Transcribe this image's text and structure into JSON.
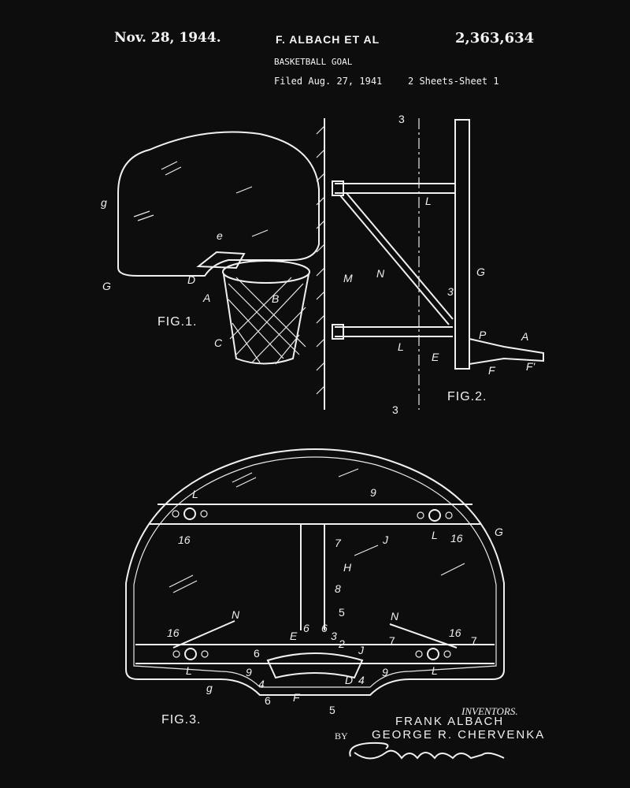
{
  "header": {
    "date": "Nov. 28, 1944.",
    "inventor_short": "F. ALBACH ET AL",
    "title": "BASKETBALL GOAL",
    "filed": "Filed Aug. 27, 1941",
    "patent_number": "2,363,634",
    "sheets": "2 Sheets-Sheet 1"
  },
  "figures": {
    "fig1": {
      "label": "FIG.1.",
      "refs": [
        "g",
        "e",
        "G",
        "D",
        "A",
        "B",
        "C"
      ]
    },
    "fig2": {
      "label": "FIG.2.",
      "refs": [
        "3",
        "3",
        "M",
        "N",
        "L",
        "L",
        "G",
        "3",
        "P",
        "A",
        "E",
        "F",
        "F'"
      ]
    },
    "fig3": {
      "label": "FIG.3.",
      "refs": [
        "9",
        "L",
        "16",
        "J",
        "L",
        "16",
        "G",
        "7",
        "H",
        "8",
        "5",
        "N",
        "N",
        "16",
        "16",
        "6",
        "6",
        "E",
        "3",
        "2",
        "J",
        "7",
        "7",
        "6",
        "9",
        "4",
        "D",
        "4",
        "F",
        "5",
        "L",
        "L",
        "9",
        "6"
      ]
    }
  },
  "footer": {
    "inventors_label": "INVENTORS.",
    "inventor1": "FRANK ALBACH",
    "inventor2": "GEORGE R. CHERVENKA",
    "by": "BY",
    "signature": "Ralph Harris"
  },
  "colors": {
    "background": "#0d0d0d",
    "ink": "#f0f0f0"
  }
}
